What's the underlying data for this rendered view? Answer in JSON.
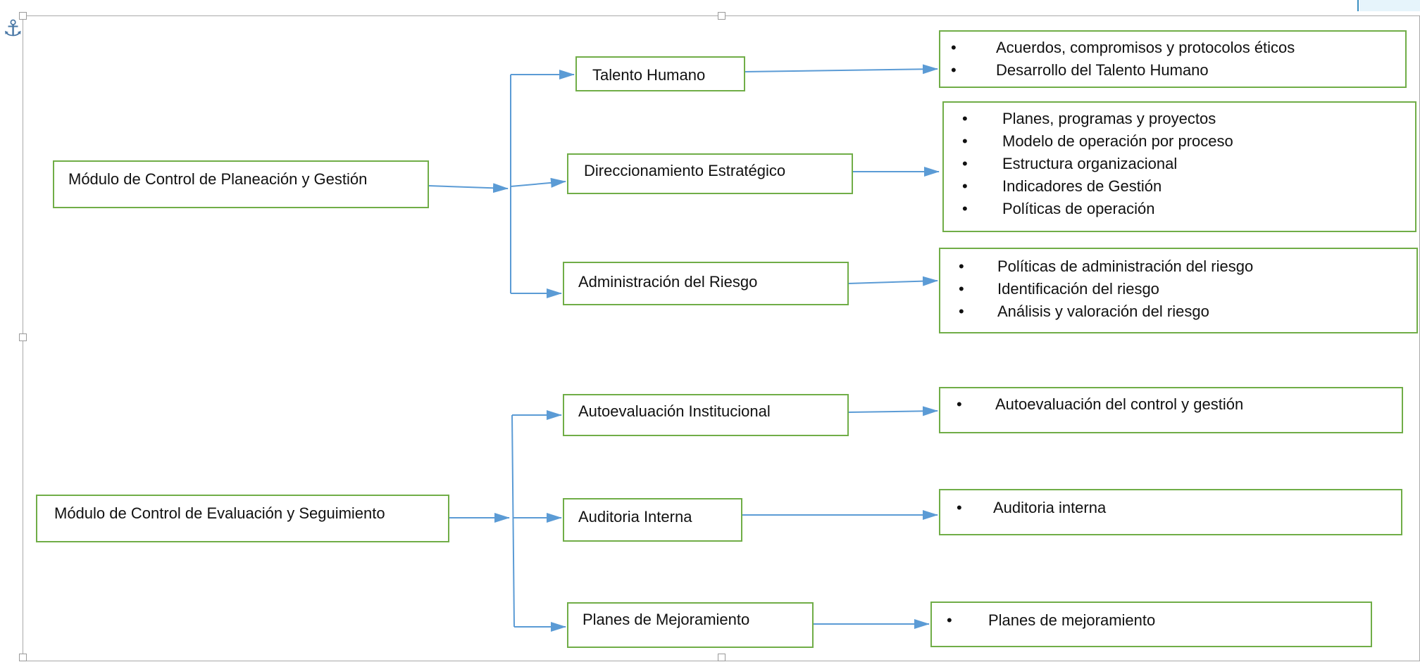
{
  "modules": [
    {
      "title": "Módulo de Control de Planeación y Gestión",
      "components": [
        {
          "title": "Talento Humano",
          "elements": [
            "Acuerdos, compromisos y protocolos éticos",
            "Desarrollo del Talento Humano"
          ]
        },
        {
          "title": "Direccionamiento Estratégico",
          "elements": [
            "Planes, programas y proyectos",
            "Modelo de operación por proceso",
            "Estructura organizacional",
            "Indicadores de Gestión",
            "Políticas de operación"
          ]
        },
        {
          "title": "Administración del Riesgo",
          "elements": [
            "Políticas de administración del riesgo",
            "Identificación del riesgo",
            "Análisis y valoración del riesgo"
          ]
        }
      ]
    },
    {
      "title": "Módulo de Control de Evaluación y Seguimiento",
      "components": [
        {
          "title": "Autoevaluación Institucional",
          "elements": [
            "Autoevaluación del control y gestión"
          ]
        },
        {
          "title": "Auditoria Interna",
          "elements": [
            "Auditoria interna"
          ]
        },
        {
          "title": "Planes de Mejoramiento",
          "elements": [
            "Planes de mejoramiento"
          ]
        }
      ]
    }
  ],
  "colors": {
    "box_border": "#70ad47",
    "connector": "#5b9bd5",
    "frame": "#a9a9a9"
  },
  "icons": {
    "anchor": "anchor-icon"
  }
}
